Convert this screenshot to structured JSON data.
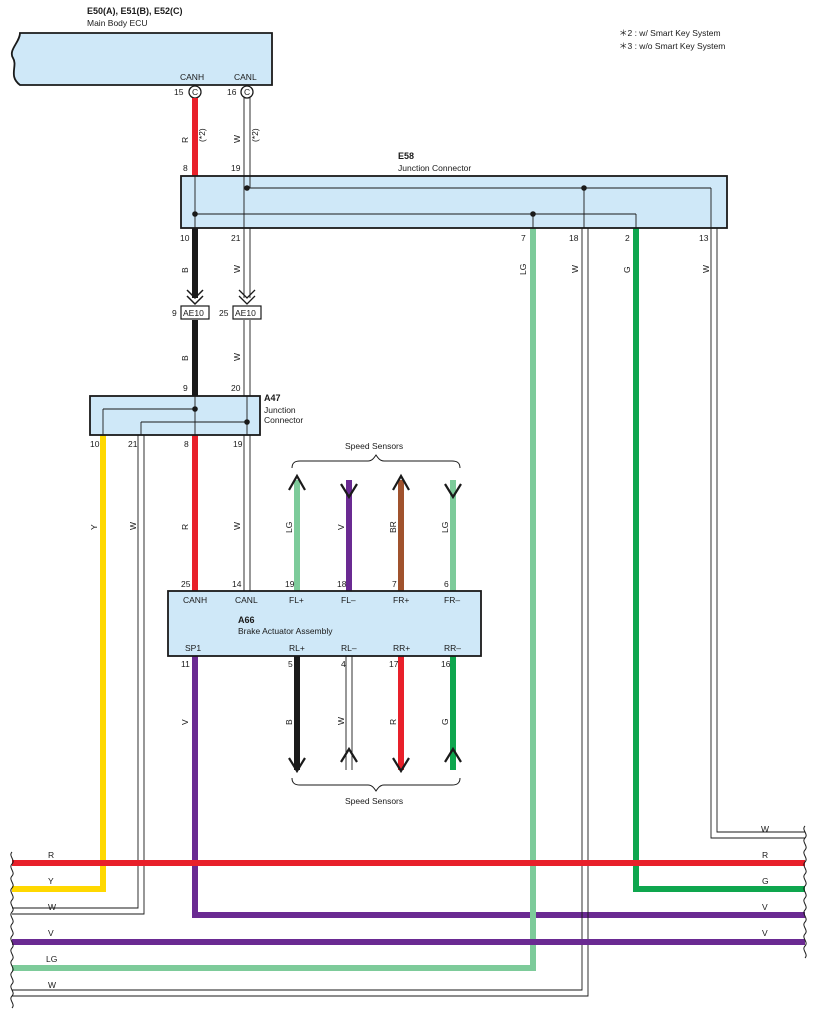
{
  "notes": {
    "note1": "＊2 : w/ Smart Key System",
    "note2": "＊3 : w/o Smart Key System"
  },
  "colors": {
    "R": "#e8202a",
    "B": "#1a1a1a",
    "Y": "#ffd800",
    "V": "#6a2a92",
    "LG": "#7dcb9a",
    "G": "#0ea64e",
    "BR": "#a0522d",
    "box_fill": "#cfe8f8"
  },
  "ecu": {
    "code": "E50(A), E51(B), E52(C)",
    "name": "Main Body ECU",
    "pin_canh_label": "CANH",
    "pin_canl_label": "CANL",
    "pin_canh_num": "15",
    "pin_canl_num": "16",
    "pin_connector": "C"
  },
  "e58": {
    "code": "E58",
    "name": "Junction Connector",
    "pins_top": [
      "8",
      "19"
    ],
    "pins_bottom": [
      "10",
      "21",
      "7",
      "18",
      "2",
      "13"
    ]
  },
  "ae10": {
    "label": "AE10",
    "pin_left": "9",
    "pin_right": "25"
  },
  "a47": {
    "code": "A47",
    "name_line1": "Junction",
    "name_line2": "Connector",
    "pins_top": [
      "9",
      "20"
    ],
    "pins_bottom": [
      "10",
      "21",
      "8",
      "19"
    ]
  },
  "a66": {
    "code": "A66",
    "name": "Brake Actuator Assembly",
    "top_pin_nums": [
      "25",
      "14",
      "19",
      "18",
      "7",
      "6"
    ],
    "top_pin_labels": [
      "CANH",
      "CANL",
      "FL+",
      "FL–",
      "FR+",
      "FR–"
    ],
    "bottom_pin_nums": [
      "11",
      "5",
      "4",
      "17",
      "16"
    ],
    "bottom_pin_labels": [
      "SP1",
      "RL+",
      "RL–",
      "RR+",
      "RR–"
    ]
  },
  "speed_sensors_label": "Speed Sensors",
  "wire_labels": {
    "ecu_canh": "R",
    "ecu_canl": "W",
    "smart_key_note": "(*2)",
    "e58_out_canh": "B",
    "e58_out_canl": "W",
    "ae10_canh": "B",
    "ae10_canl": "W",
    "lg7": "LG",
    "w18": "W",
    "g2": "G",
    "w13": "W",
    "a47_y": "Y",
    "a47_w": "W",
    "a66_canh": "R",
    "a66_canl": "W",
    "fl_plus": "LG",
    "fl_minus": "V",
    "fr_plus": "BR",
    "fr_minus": "LG",
    "sp1": "V",
    "rl_plus": "B",
    "rl_minus": "W",
    "rr_plus": "R",
    "rr_minus": "G"
  },
  "bus_labels_left": [
    "R",
    "Y",
    "W",
    "V",
    "LG",
    "W"
  ],
  "bus_labels_right": [
    "W",
    "R",
    "G",
    "V",
    "V"
  ]
}
